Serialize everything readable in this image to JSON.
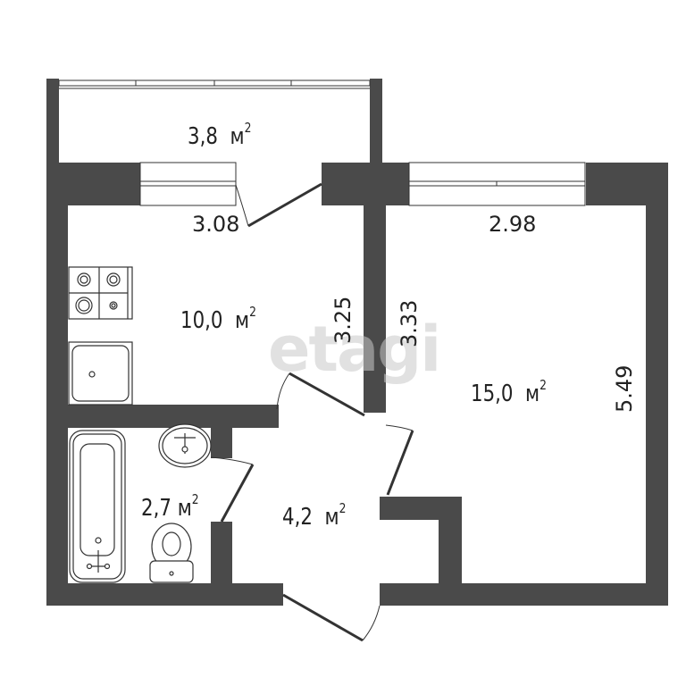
{
  "plan": {
    "type": "apartment floor plan",
    "watermark": "etagi",
    "colors": {
      "wall": "#4a4a4a",
      "background": "#ffffff",
      "text": "#222222"
    },
    "rooms": [
      {
        "id": "balcony",
        "area_label": "3,8",
        "unit": "м",
        "exp": "2"
      },
      {
        "id": "kitchen",
        "area_label": "10,0",
        "unit": "м",
        "exp": "2"
      },
      {
        "id": "living-room",
        "area_label": "15,0",
        "unit": "м",
        "exp": "2"
      },
      {
        "id": "bathroom",
        "area_label": "2,7",
        "unit": "м",
        "exp": "2"
      },
      {
        "id": "hallway",
        "area_label": "4,2",
        "unit": "м",
        "exp": "2"
      }
    ],
    "dimensions": {
      "kitchen_width": "3.08",
      "kitchen_length": "3.25",
      "room_width": "2.98",
      "room_side": "3.33",
      "room_length": "5.49"
    }
  }
}
